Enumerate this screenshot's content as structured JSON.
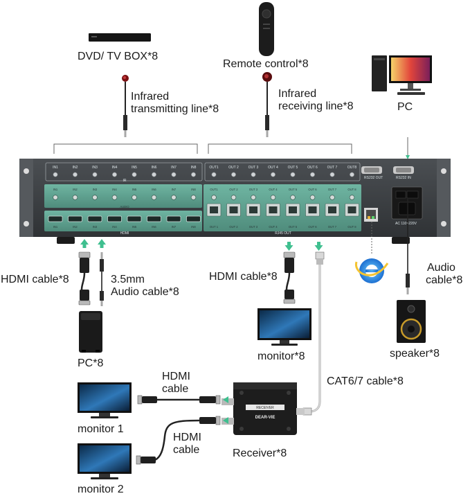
{
  "labels": {
    "dvd": "DVD/ TV BOX*8",
    "remote": "Remote control*8",
    "pc_top": "PC",
    "ir_tx_1": "Infrared",
    "ir_tx_2": "transmitting line*8",
    "ir_rx_1": "Infrared",
    "ir_rx_2": "receiving line*8",
    "hdmi_left": "HDMI cable*8",
    "audio_35_1": "3.5mm",
    "audio_35_2": "Audio cable*8",
    "pc_bottom": "PC*8",
    "hdmi_mid": "HDMI cable*8",
    "monitor8": "monitor*8",
    "audio_r_1": "Audio",
    "audio_r_2": "cable*8",
    "speaker": "speaker*8",
    "cat": "CAT6/7 cable*8",
    "hdmi_c1_1": "HDMI",
    "hdmi_c1_2": "cable",
    "hdmi_c2_1": "HDMI",
    "hdmi_c2_2": "cable",
    "monitor1": "monitor 1",
    "monitor2": "monitor 2",
    "receiver": "Receiver*8"
  },
  "device": {
    "ir_in_ports": [
      "IN1",
      "IN2",
      "IN3",
      "IN4",
      "IN5",
      "IN6",
      "IN7",
      "IN8"
    ],
    "ir_out_ports": [
      "OUT1",
      "OUT 2",
      "OUT 3",
      "OUT 4",
      "OUT 5",
      "OUT 6",
      "OUT 7",
      "OUT8"
    ],
    "audio_in_ports": [
      "IN1",
      "IN2",
      "IN3",
      "IN4",
      "IN5",
      "IN6",
      "IN7",
      "IN8"
    ],
    "audio_out_ports": [
      "OUT1",
      "OUT 2",
      "OUT 3",
      "OUT 4",
      "OUT 5",
      "OUT 6",
      "OUT 7",
      "OUT 8"
    ],
    "hdmi_in_ports": [
      "IN1",
      "IN2",
      "IN3",
      "IN4",
      "IN5",
      "IN6",
      "IN7",
      "IN8"
    ],
    "rj45_ports": [
      "OUT 1",
      "OUT 2",
      "OUT 3",
      "OUT 4",
      "OUT 5",
      "OUT 6",
      "OUT 7",
      "OUT 8"
    ],
    "rs232_out": "RS232 OUT",
    "rs232_in": "RS232 IN",
    "power_label": "AC 110~220V",
    "ir_group": "IR",
    "audio_group": "AUDIO",
    "hdmi_group": "HDMI",
    "rj45_group": "RJ45 OUT"
  },
  "receiver_box": {
    "brand": "DEAR-VIE",
    "model": "RECEIVER"
  },
  "colors": {
    "panel": "#3a3d40",
    "green": "#5a9b8a",
    "accent_arrow": "#3fbf8f"
  }
}
